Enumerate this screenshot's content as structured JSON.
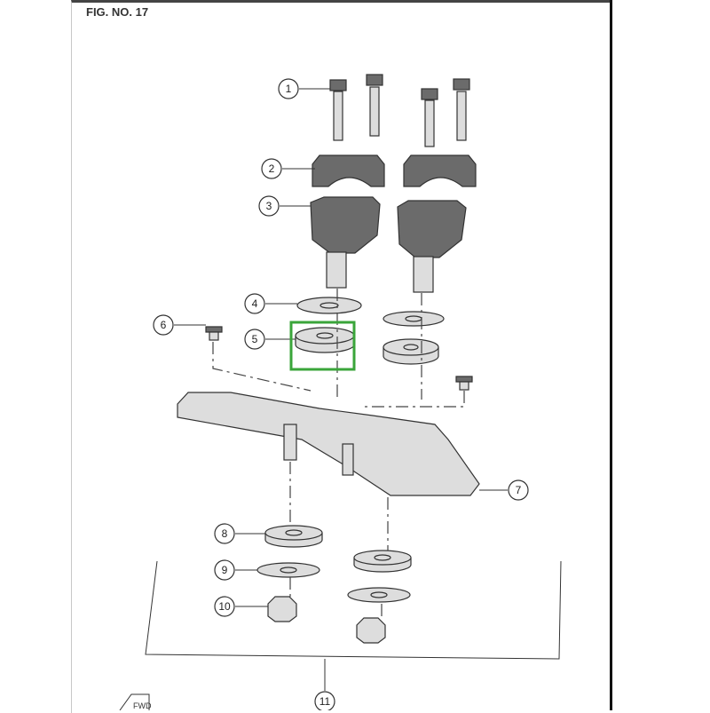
{
  "figure": {
    "title": "FIG. NO. 17"
  },
  "callouts": [
    "1",
    "2",
    "3",
    "4",
    "5",
    "6",
    "7",
    "8",
    "9",
    "10",
    "11"
  ],
  "fwd_label": "FWD",
  "highlight": {
    "part": "5",
    "color": "#3aa53a"
  }
}
